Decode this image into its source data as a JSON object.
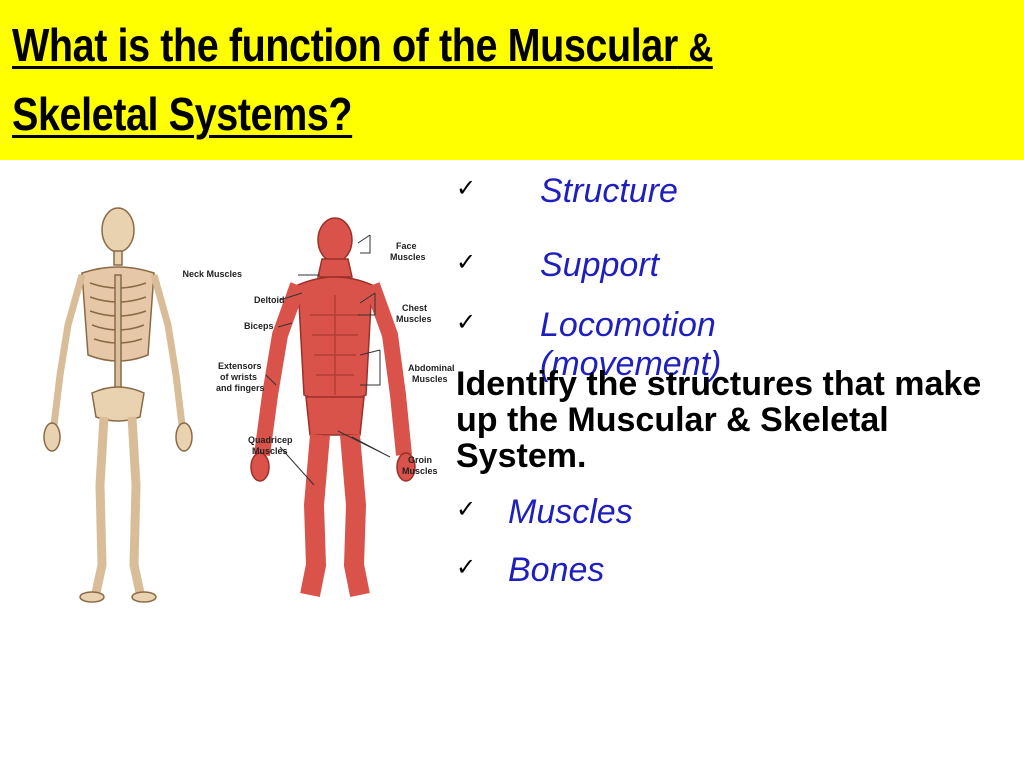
{
  "slide": {
    "title_main": "What is the function of the Muscular",
    "title_amp": "&",
    "title_line2": "Skeletal Systems?",
    "functions": [
      {
        "label": "Structure"
      },
      {
        "label": "Support"
      },
      {
        "label": "Locomotion (movement)"
      }
    ],
    "question": "Identify the structures that make up the Muscular & Skeletal System.",
    "answers": [
      {
        "label": "Muscles"
      },
      {
        "label": "Bones"
      }
    ],
    "check_glyph": "✓"
  },
  "diagram": {
    "labels": {
      "neck": "Neck Muscles",
      "deltoid": "Deltoid",
      "biceps": "Biceps",
      "extensors_1": "Extensors",
      "extensors_2": "of wrists",
      "extensors_3": "and fingers",
      "quadricep_1": "Quadricep",
      "quadricep_2": "Muscles",
      "face_1": "Face",
      "face_2": "Muscles",
      "chest_1": "Chest",
      "chest_2": "Muscles",
      "abdominal_1": "Abdominal",
      "abdominal_2": "Muscles",
      "groin_1": "Groin",
      "groin_2": "Muscles"
    }
  },
  "colors": {
    "title_band": "#ffff00",
    "italic_text": "#1f1fbf",
    "muscle": "#d9534a",
    "bone": "#e9d2b0"
  }
}
